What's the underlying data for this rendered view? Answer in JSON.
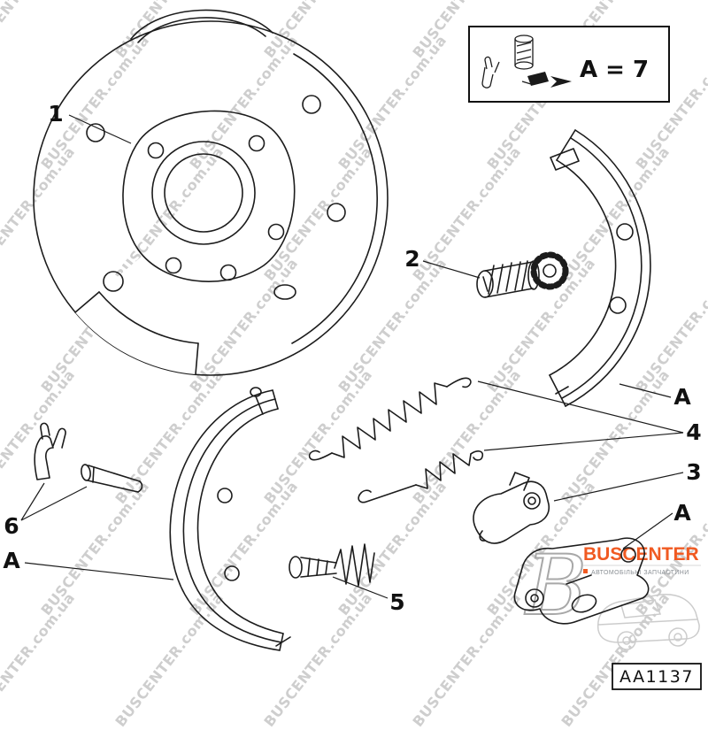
{
  "watermark": {
    "text": "BUSCENTER.com.ua"
  },
  "legend": {
    "label": "A = 7"
  },
  "part_code": {
    "value": "AA1137"
  },
  "labels": {
    "plate": "1",
    "adjuster": "2",
    "lever": "3",
    "springs": "4",
    "screw": "5",
    "clip": "6",
    "shoe_right": "A",
    "shoe_left": "A",
    "lever_a": "A"
  },
  "logo": {
    "monogram": "B",
    "brand": "BUSCENTER",
    "tagline": "АВТОМОБІЛЬНІ ЗАПЧАСТИНИ"
  }
}
